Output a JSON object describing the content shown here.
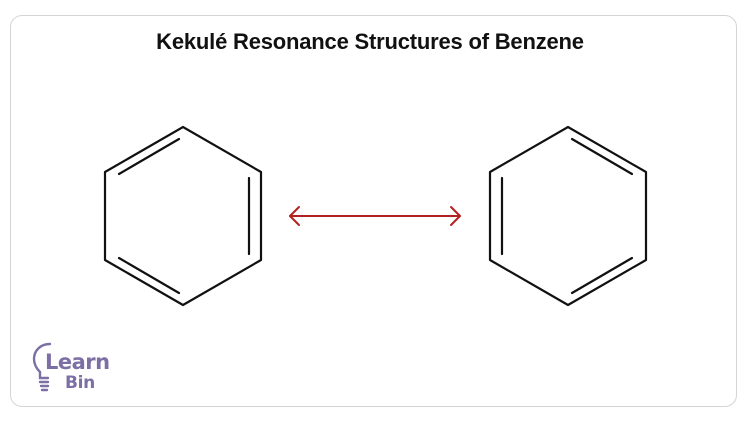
{
  "title": "Kekulé Resonance Structures of Benzene",
  "structures": [
    {
      "name": "benzene-kekule-1",
      "double_bonds": [
        "top-left",
        "right",
        "bottom-left"
      ]
    },
    {
      "name": "benzene-kekule-2",
      "double_bonds": [
        "top-right",
        "left",
        "bottom-right"
      ]
    }
  ],
  "arrow": {
    "type": "resonance-double-headed",
    "color": "#b22222"
  },
  "logo": {
    "line1": "Learn",
    "line2": "Bin",
    "color": "#7c6fa4",
    "icon": "lightbulb-icon"
  },
  "colors": {
    "bond": "#111111",
    "border": "#d4d4d4"
  }
}
